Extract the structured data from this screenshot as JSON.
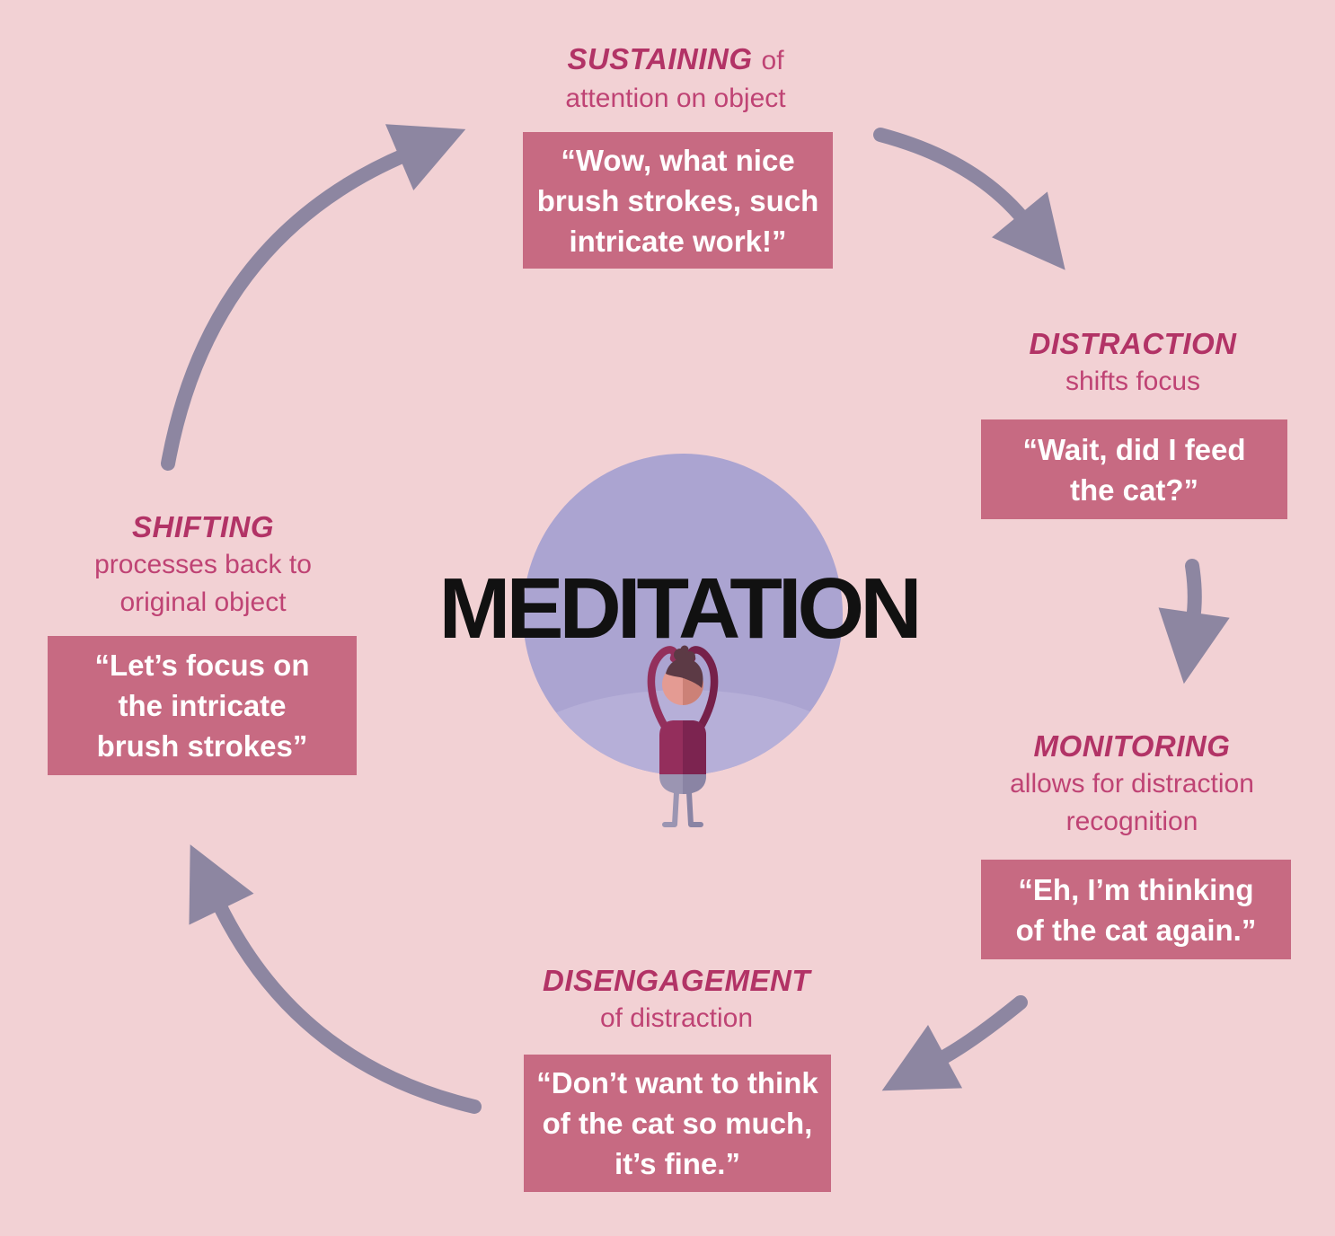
{
  "center": {
    "title": "MEDITATION",
    "figure": "meditating-person"
  },
  "palette": {
    "bg": "#f2d1d4",
    "stage_title": "#b23366",
    "stage_subtitle": "#bf4374",
    "quote_box_bg": "#c76a82",
    "quote_text": "#ffffff",
    "arrow": "#8d86a1",
    "circle": "#aba4d1",
    "circle_light": "#b6afd8",
    "center_title": "#111111",
    "fig_arm_left": "#93305c",
    "fig_arm_right": "#76214a",
    "fig_skin": "#e49b93",
    "fig_skin_dark": "#cc8177",
    "fig_hair": "#5c3a45",
    "fig_shirt": "#942e5c",
    "fig_shirt_dark": "#7c2450",
    "fig_limb": "#9b95b2",
    "fig_limb_dark": "#8a84a4"
  },
  "stages": [
    {
      "id": "sustaining",
      "title": "SUSTAINING",
      "subtitle_inline": "of",
      "subtitle_lines": [
        "attention on object"
      ],
      "quote_lines": [
        "“Wow, what nice",
        "brush strokes, such",
        "intricate work!”"
      ]
    },
    {
      "id": "distraction",
      "title": "DISTRACTION",
      "subtitle_lines": [
        "shifts focus"
      ],
      "quote_lines": [
        "“Wait, did I feed",
        "the cat?”"
      ]
    },
    {
      "id": "monitoring",
      "title": "MONITORING",
      "subtitle_lines": [
        "allows for distraction",
        "recognition"
      ],
      "quote_lines": [
        "“Eh, I’m thinking",
        "of the cat again.”"
      ]
    },
    {
      "id": "disengagement",
      "title": "DISENGAGEMENT",
      "subtitle_lines": [
        "of distraction"
      ],
      "quote_lines": [
        "“Don’t want to think",
        "of the cat so much,",
        "it’s fine.”"
      ]
    },
    {
      "id": "shifting",
      "title": "SHIFTING",
      "subtitle_lines": [
        "processes back to",
        "original object"
      ],
      "quote_lines": [
        "“Let’s focus on",
        "the intricate",
        "brush strokes”"
      ]
    }
  ]
}
